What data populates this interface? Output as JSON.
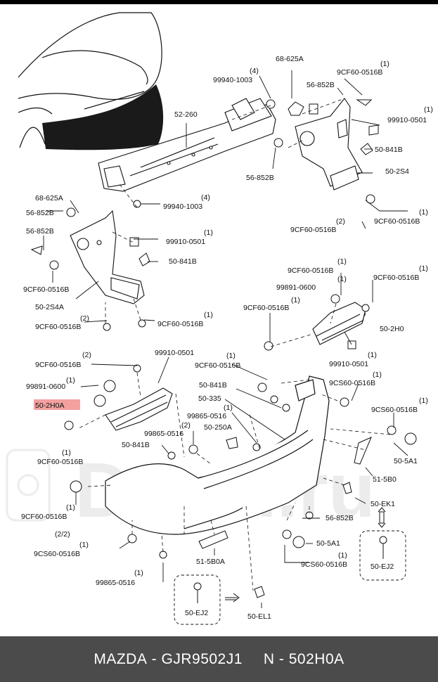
{
  "colors": {
    "line": "#111111",
    "highlight": "#f4a0a0",
    "shade": "#1a1a1a",
    "footer_bg": "#4b4b4b",
    "footer_text": "#ffffff",
    "watermark": "#e2e2e2"
  },
  "watermark": "Drom.ru",
  "footer": {
    "brand": "MAZDA",
    "part_number": "GJR9502J1",
    "ref": "N - 502H0A"
  },
  "callouts": [
    {
      "id": "c1",
      "text": "68-625A"
    },
    {
      "id": "c2",
      "text": "(4)"
    },
    {
      "id": "c3",
      "text": "99940-1003"
    },
    {
      "id": "c4",
      "text": "(1)"
    },
    {
      "id": "c5",
      "text": "9CF60-0516B"
    },
    {
      "id": "c6",
      "text": "56-852B"
    },
    {
      "id": "c7",
      "text": "(1)"
    },
    {
      "id": "c8",
      "text": "99910-0501"
    },
    {
      "id": "c9",
      "text": "52-260"
    },
    {
      "id": "c10",
      "text": "50-841B"
    },
    {
      "id": "c11",
      "text": "50-2S4"
    },
    {
      "id": "c12",
      "text": "56-852B"
    },
    {
      "id": "c13",
      "text": "(4)"
    },
    {
      "id": "c14",
      "text": "99940-1003"
    },
    {
      "id": "c15",
      "text": "68-625A"
    },
    {
      "id": "c16",
      "text": "56-852B"
    },
    {
      "id": "c17",
      "text": "56-852B"
    },
    {
      "id": "c18",
      "text": "(2)"
    },
    {
      "id": "c19",
      "text": "9CF60-0516B"
    },
    {
      "id": "c20",
      "text": "(1)"
    },
    {
      "id": "c21",
      "text": "9CF60-0516B"
    },
    {
      "id": "c22",
      "text": "(1)"
    },
    {
      "id": "c23",
      "text": "99910-0501"
    },
    {
      "id": "c24",
      "text": "50-841B"
    },
    {
      "id": "c25",
      "text": "9CF60-0516B"
    },
    {
      "id": "c26",
      "text": "50-2S4A"
    },
    {
      "id": "c27",
      "text": "(2)"
    },
    {
      "id": "c28",
      "text": "9CF60-0516B"
    },
    {
      "id": "c29",
      "text": "(1)"
    },
    {
      "id": "c30",
      "text": "9CF60-0516B"
    },
    {
      "id": "c31",
      "text": "(1)"
    },
    {
      "id": "c32",
      "text": "9CF60-0516B"
    },
    {
      "id": "c33",
      "text": "(1)"
    },
    {
      "id": "c34",
      "text": "9CF60-0516B"
    },
    {
      "id": "c35",
      "text": "(1)"
    },
    {
      "id": "c36",
      "text": "99891-0600"
    },
    {
      "id": "c37",
      "text": "(1)"
    },
    {
      "id": "c38",
      "text": "9CF60-0516B"
    },
    {
      "id": "c39",
      "text": "50-2H0"
    },
    {
      "id": "c40",
      "text": "(1)"
    },
    {
      "id": "c41",
      "text": "99910-0501"
    },
    {
      "id": "c42",
      "text": "99910-0501"
    },
    {
      "id": "c43",
      "text": "(2)"
    },
    {
      "id": "c44",
      "text": "9CF60-0516B"
    },
    {
      "id": "c45",
      "text": "(1)"
    },
    {
      "id": "c46",
      "text": "9CF60-0516B"
    },
    {
      "id": "c47",
      "text": "(1)"
    },
    {
      "id": "c48",
      "text": "99891-0600"
    },
    {
      "id": "c49",
      "text": "(1)"
    },
    {
      "id": "c50",
      "text": "9CS60-0516B"
    },
    {
      "id": "c51",
      "text": "50-841B"
    },
    {
      "id": "c52",
      "text": "50-2H0A"
    },
    {
      "id": "c53",
      "text": "50-335"
    },
    {
      "id": "c54",
      "text": "(1)"
    },
    {
      "id": "c55",
      "text": "99865-0516"
    },
    {
      "id": "c56",
      "text": "(1)"
    },
    {
      "id": "c57",
      "text": "9CS60-0516B"
    },
    {
      "id": "c58",
      "text": "(2)"
    },
    {
      "id": "c59",
      "text": "99865-0516"
    },
    {
      "id": "c60",
      "text": "50-250A"
    },
    {
      "id": "c61",
      "text": "(1)"
    },
    {
      "id": "c62",
      "text": "9CF60-0516B"
    },
    {
      "id": "c63",
      "text": "50-841B"
    },
    {
      "id": "c64",
      "text": "50-5A1"
    },
    {
      "id": "c65",
      "text": "51-5B0"
    },
    {
      "id": "c66",
      "text": "50-EK1"
    },
    {
      "id": "c67",
      "text": "(1)"
    },
    {
      "id": "c68",
      "text": "9CF60-0516B"
    },
    {
      "id": "c69",
      "text": "56-852B"
    },
    {
      "id": "c70",
      "text": "(2/2)"
    },
    {
      "id": "c71",
      "text": "(1)"
    },
    {
      "id": "c72",
      "text": "9CS60-0516B"
    },
    {
      "id": "c73",
      "text": "50-5A1"
    },
    {
      "id": "c74",
      "text": "(1)"
    },
    {
      "id": "c75",
      "text": "9CS60-0516B"
    },
    {
      "id": "c76",
      "text": "50-EJ2"
    },
    {
      "id": "c77",
      "text": "(1)"
    },
    {
      "id": "c78",
      "text": "99865-0516"
    },
    {
      "id": "c79",
      "text": "51-5B0A"
    },
    {
      "id": "c80",
      "text": "50-EJ2"
    },
    {
      "id": "c81",
      "text": "50-EL1"
    }
  ]
}
